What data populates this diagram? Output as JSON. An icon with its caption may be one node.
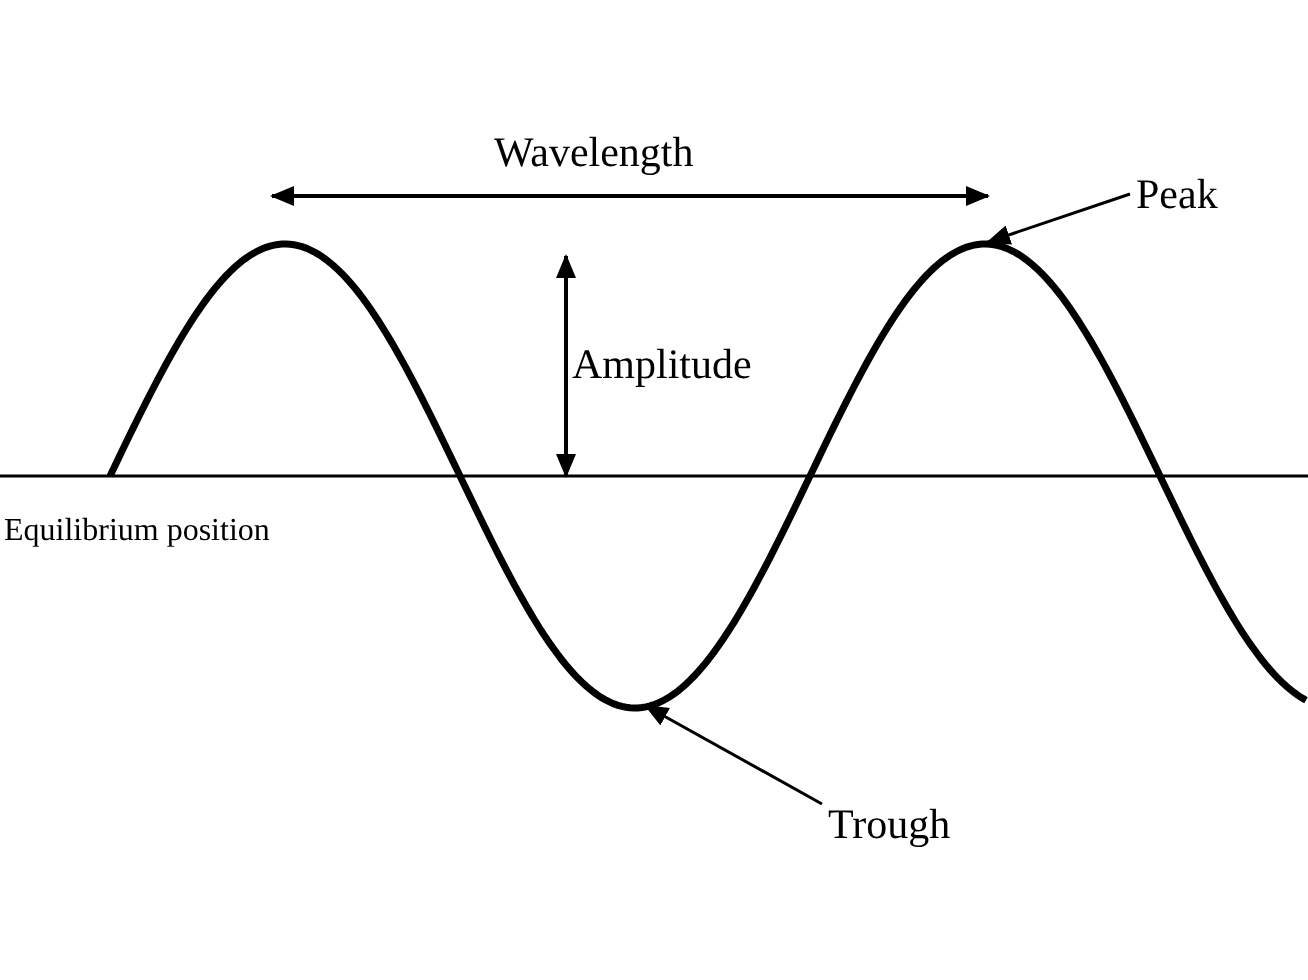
{
  "diagram": {
    "nodes": [
      {
        "text": [
          "Peak"
        ]
      },
      {
        "text": [
          "Trough"
        ]
      }
    ],
    "edges": [
      {
        "from": 0,
        "to": null,
        "arrow": "to"
      },
      {
        "from": 1,
        "to": null,
        "arrow": "to"
      }
    ],
    "labels": [
      "Wavelength",
      "Amplitude",
      "Equilibrium position"
    ]
  }
}
